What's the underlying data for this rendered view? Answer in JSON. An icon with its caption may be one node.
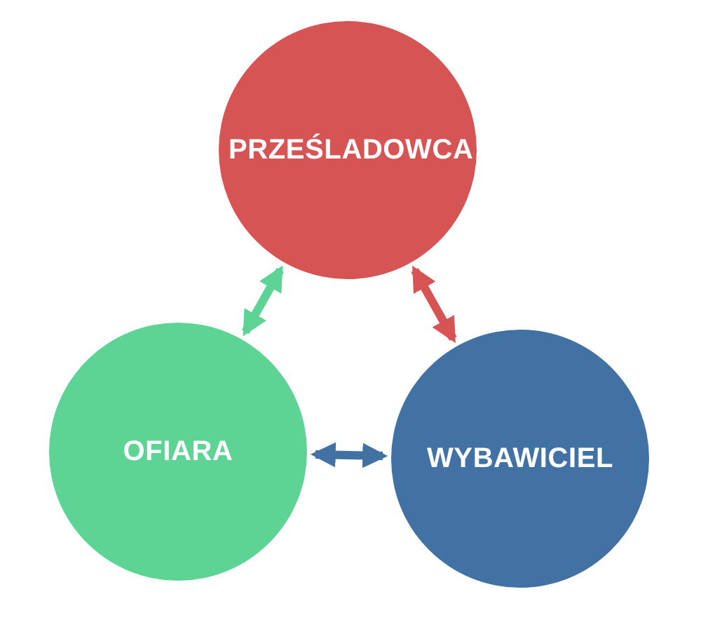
{
  "diagram": {
    "nodes": [
      {
        "text": [
          "PRZEŚLADOWCA"
        ]
      },
      {
        "text": [
          "OFIARA"
        ]
      },
      {
        "text": [
          "WYBAWICIEL"
        ]
      }
    ],
    "edges": [
      {
        "from": 1,
        "to": 0,
        "arrow": "both",
        "color": "#5dd394"
      },
      {
        "from": 0,
        "to": 2,
        "arrow": "both",
        "color": "#d65454"
      },
      {
        "from": 1,
        "to": 2,
        "arrow": "both",
        "color": "#4272a4"
      }
    ]
  }
}
